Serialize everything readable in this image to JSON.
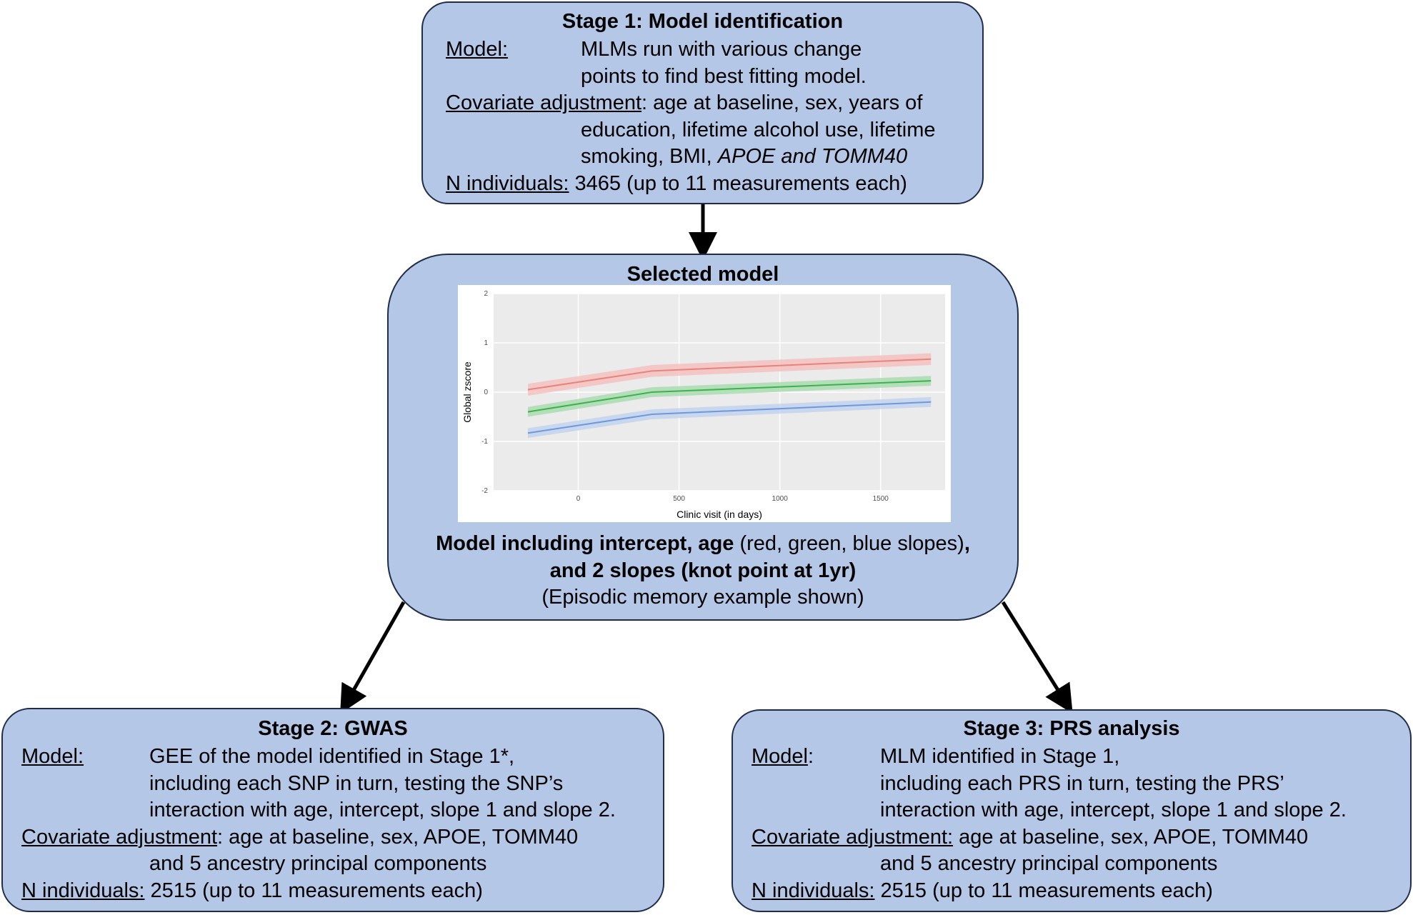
{
  "stage1": {
    "title": "Stage 1: Model identification",
    "model_label": "Model:",
    "model_lines": [
      "MLMs run with various change",
      "points to find best fitting model."
    ],
    "covariate_label": "Covariate adjustment",
    "covariate_first": ": age at baseline, sex, years of",
    "covariate_lines": [
      "education, lifetime alcohol use, lifetime",
      "smoking, BMI, "
    ],
    "covariate_italic": "APOE and TOMM40",
    "n_label": "N individuals:",
    "n_value": " 3465 (up to 11 measurements each)"
  },
  "selected": {
    "title": "Selected model",
    "caption_bold1": "Model including intercept, age",
    "caption_normal": " (red, green, blue slopes)",
    "caption_bold2": ",",
    "caption_line2": "and 2 slopes (knot point at 1yr)",
    "caption_line3": "(Episodic memory example shown)"
  },
  "stage2": {
    "title": "Stage 2: GWAS",
    "model_label": "Model:",
    "model_first": "GEE of the model identified in Stage 1*,",
    "model_lines": [
      "including each SNP in turn, testing the SNP’s",
      "interaction with age, intercept, slope 1 and slope 2."
    ],
    "covariate_label": "Covariate adjustment",
    "covariate_first": ": age at baseline, sex, APOE, TOMM40",
    "covariate_lines": [
      "and 5 ancestry principal components"
    ],
    "n_label": "N individuals:",
    "n_value": " 2515 (up to 11 measurements each)"
  },
  "stage3": {
    "title": "Stage 3: PRS analysis",
    "model_label": "Model",
    "model_colon": ":",
    "model_first": "MLM identified in Stage 1,",
    "model_lines": [
      "including each PRS in turn, testing the PRS’",
      "interaction with age, intercept, slope 1 and slope 2."
    ],
    "covariate_label": "Covariate adjustment:",
    "covariate_first": " age at baseline, sex, APOE, TOMM40",
    "covariate_lines": [
      "and 5 ancestry principal components"
    ],
    "n_label": "N individuals:",
    "n_value": " 2515 (up to 11 measurements each)"
  },
  "chart_data": {
    "type": "line",
    "title": "",
    "xlabel": "Clinic visit (in days)",
    "ylabel": "Global zscore",
    "xlim": [
      -420,
      1820
    ],
    "ylim": [
      -2,
      2
    ],
    "xticks": [
      0,
      500,
      1000,
      1500
    ],
    "yticks": [
      -2,
      -1,
      0,
      1,
      2
    ],
    "grid": true,
    "legend": "none",
    "series": [
      {
        "color": "#e8837c",
        "band_color": "#f4c1be",
        "x": [
          -250,
          365,
          1750
        ],
        "y": [
          0.05,
          0.43,
          0.67
        ],
        "band": 0.12
      },
      {
        "color": "#3cb24b",
        "band_color": "#aadcb0",
        "x": [
          -250,
          365,
          1750
        ],
        "y": [
          -0.4,
          0.0,
          0.23
        ],
        "band": 0.1
      },
      {
        "color": "#6f98db",
        "band_color": "#c2d3ef",
        "x": [
          -250,
          365,
          1750
        ],
        "y": [
          -0.83,
          -0.45,
          -0.2
        ],
        "band": 0.1
      }
    ]
  }
}
